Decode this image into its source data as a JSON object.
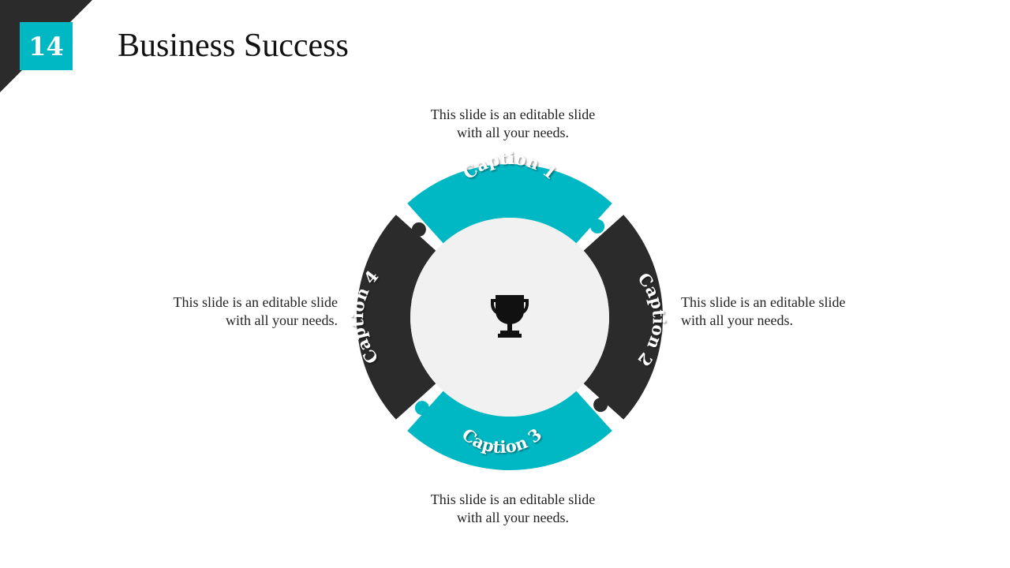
{
  "slide": {
    "number": "14",
    "title": "Business Success",
    "accent_color": "#00b8c4",
    "dark_color": "#2b2b2b"
  },
  "diagram": {
    "center_icon": "trophy-icon",
    "segments": [
      {
        "label": "Caption 1",
        "color": "#00b8c4"
      },
      {
        "label": "Caption 2",
        "color": "#2b2b2b"
      },
      {
        "label": "Caption 3",
        "color": "#00b8c4"
      },
      {
        "label": "Caption 4",
        "color": "#2b2b2b"
      }
    ]
  },
  "descriptions": {
    "top": {
      "line1": "This slide is an editable slide",
      "line2": "with all your needs."
    },
    "right": {
      "line1": "This slide is an editable slide",
      "line2": "with all your needs."
    },
    "bottom": {
      "line1": "This slide is an editable slide",
      "line2": "with all your needs."
    },
    "left": {
      "line1": "This slide is an editable slide",
      "line2": "with all your needs."
    }
  }
}
